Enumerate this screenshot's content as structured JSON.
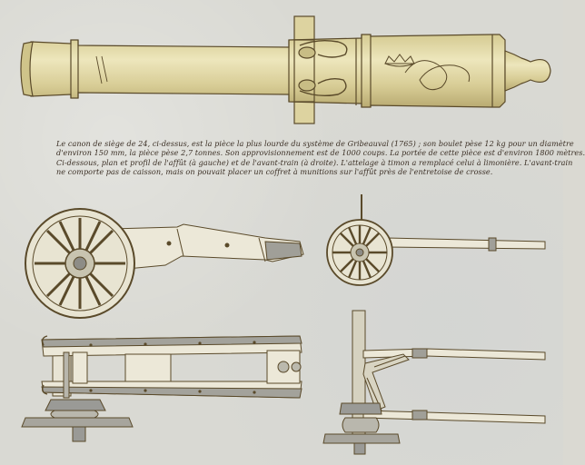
{
  "caption": {
    "lines": [
      "Le canon de siège de 24, ci-dessus, est la pièce la plus lourde du système de Gribeauval (1765) ; son boulet pèse 12 kg pour un diamètre",
      "d'environ 150 mm, la pièce pèse 2,7 tonnes. Son approvisionnement est de 1000 coups. La portée de cette pièce est d'environ 1800 mètres.",
      "Ci-dessous, plan et profil de l'affût (à gauche) et de l'avant-train (à droite). L'attelage à timon a remplacé celui à limonière. L'avant-train",
      "ne comporte pas de caisson, mais on pouvait placer un coffret à munitions sur l'affût près de l'entretoise de crosse."
    ]
  },
  "colors": {
    "background": "#d9d9d3",
    "bronze_fill": "#e2d9a6",
    "bronze_outline": "#5a4a2a",
    "wood_fill": "#ece8d8",
    "iron_fill": "#9a9a96",
    "text": "#3a2e24"
  }
}
